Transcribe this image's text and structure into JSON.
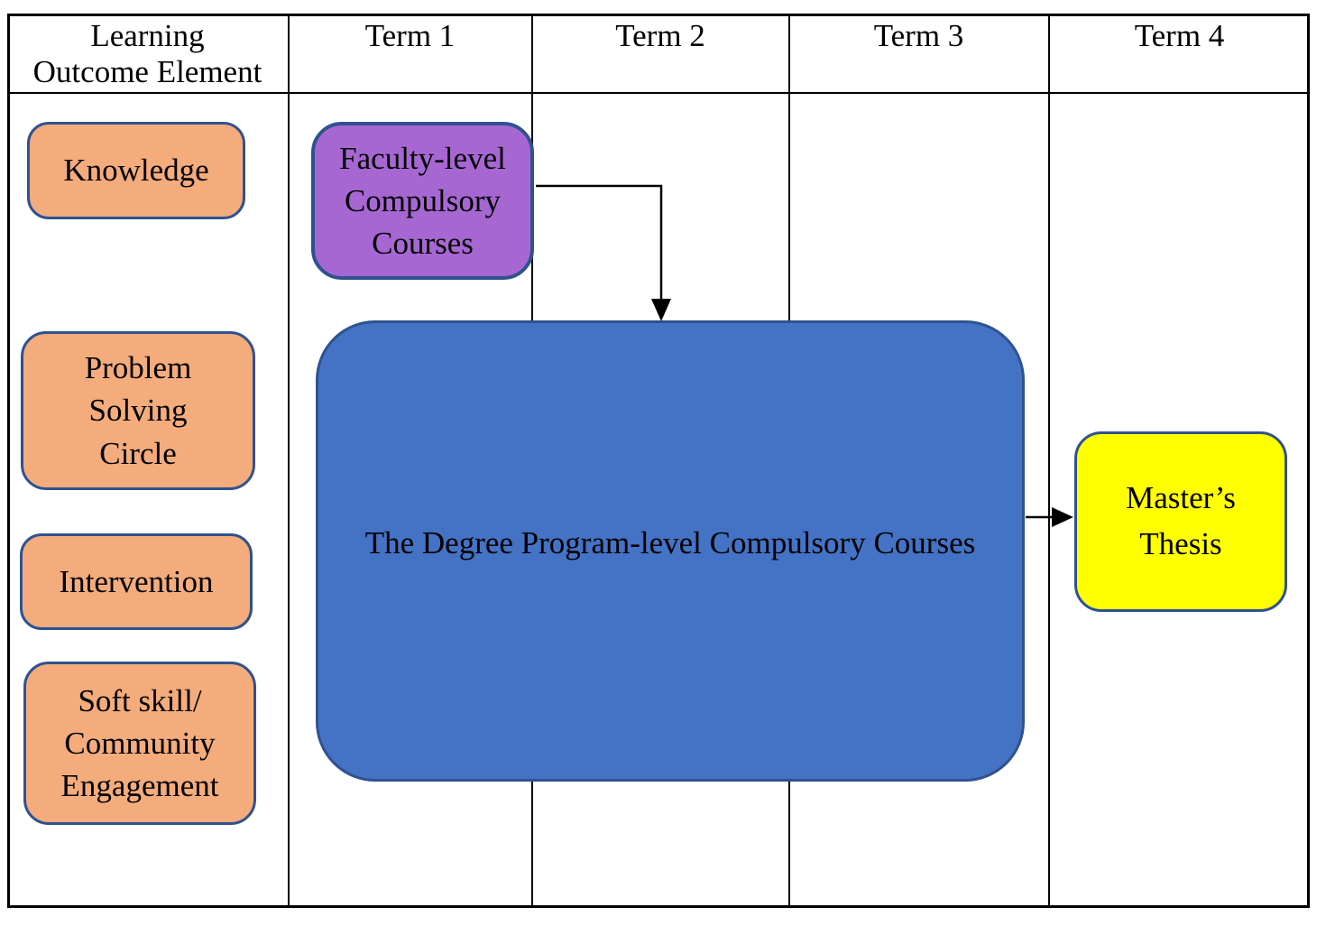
{
  "header": {
    "outcome_col": "Learning\nOutcome Element",
    "terms": [
      "Term 1",
      "Term 2",
      "Term 3",
      "Term 4"
    ]
  },
  "outcomes": [
    "Knowledge",
    "Problem\nSolving\nCircle",
    "Intervention",
    "Soft skill/\nCommunity\nEngagement"
  ],
  "nodes": {
    "faculty": "Faculty-level\nCompulsory\nCourses",
    "degree": "The Degree Program-level Compulsory Courses",
    "thesis": "Master’s\nThesis"
  },
  "colors": {
    "orange-fill": "#F4AC7D",
    "purple-fill": "#A767D2",
    "blue-fill": "#4472C4",
    "yellow-fill": "#FFFF00",
    "node-border": "#2F528F",
    "grid-line": "#000000"
  }
}
